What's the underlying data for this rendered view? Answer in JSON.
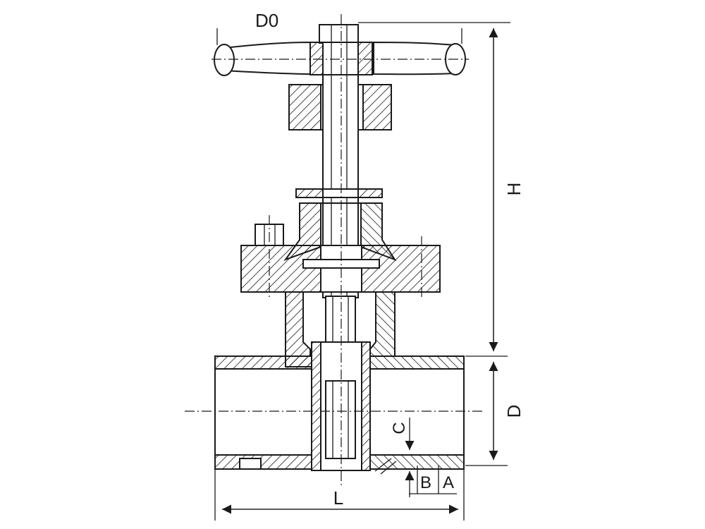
{
  "labels": {
    "handwheel_diameter": "D0",
    "height": "H",
    "port_diameter": "D",
    "length": "L",
    "dim_c": "C",
    "dim_b": "B",
    "dim_a": "A"
  }
}
